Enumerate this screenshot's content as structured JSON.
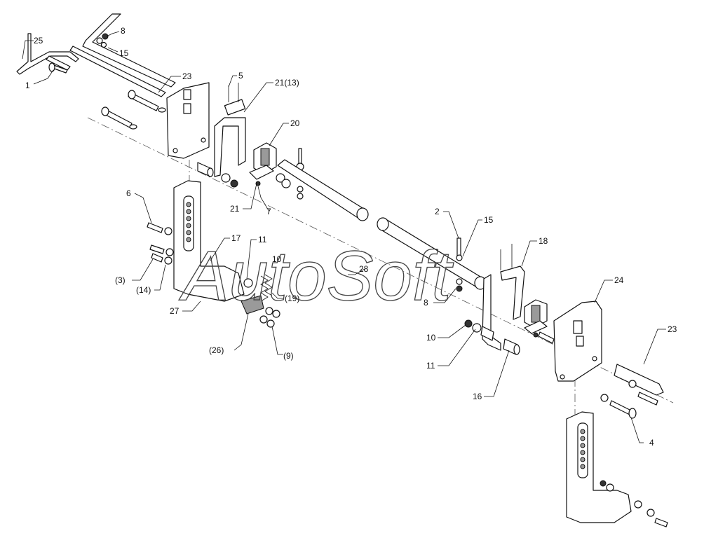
{
  "watermark": "AutoSoft",
  "callouts": [
    {
      "id": "c25",
      "text": "25"
    },
    {
      "id": "c8a",
      "text": "8"
    },
    {
      "id": "c15a",
      "text": "15"
    },
    {
      "id": "c1",
      "text": "1"
    },
    {
      "id": "c23a",
      "text": "23"
    },
    {
      "id": "c5",
      "text": "5"
    },
    {
      "id": "c21_13",
      "text": "21(13)"
    },
    {
      "id": "c20",
      "text": "20"
    },
    {
      "id": "c21b",
      "text": "21"
    },
    {
      "id": "c7",
      "text": "7"
    },
    {
      "id": "c6",
      "text": "6"
    },
    {
      "id": "c17",
      "text": "17"
    },
    {
      "id": "c11a",
      "text": "11"
    },
    {
      "id": "c10a",
      "text": "10"
    },
    {
      "id": "c3",
      "text": "(3)"
    },
    {
      "id": "c14",
      "text": "(14)"
    },
    {
      "id": "c27",
      "text": "27"
    },
    {
      "id": "c19",
      "text": "(19)"
    },
    {
      "id": "c26",
      "text": "(26)"
    },
    {
      "id": "c9",
      "text": "(9)"
    },
    {
      "id": "c28",
      "text": "28"
    },
    {
      "id": "c2",
      "text": "2"
    },
    {
      "id": "c15b",
      "text": "15"
    },
    {
      "id": "c18",
      "text": "18"
    },
    {
      "id": "c8b",
      "text": "8"
    },
    {
      "id": "c24",
      "text": "24"
    },
    {
      "id": "c10b",
      "text": "10"
    },
    {
      "id": "c11b",
      "text": "11"
    },
    {
      "id": "c16",
      "text": "16"
    },
    {
      "id": "c23b",
      "text": "23"
    },
    {
      "id": "c4",
      "text": "4"
    }
  ]
}
